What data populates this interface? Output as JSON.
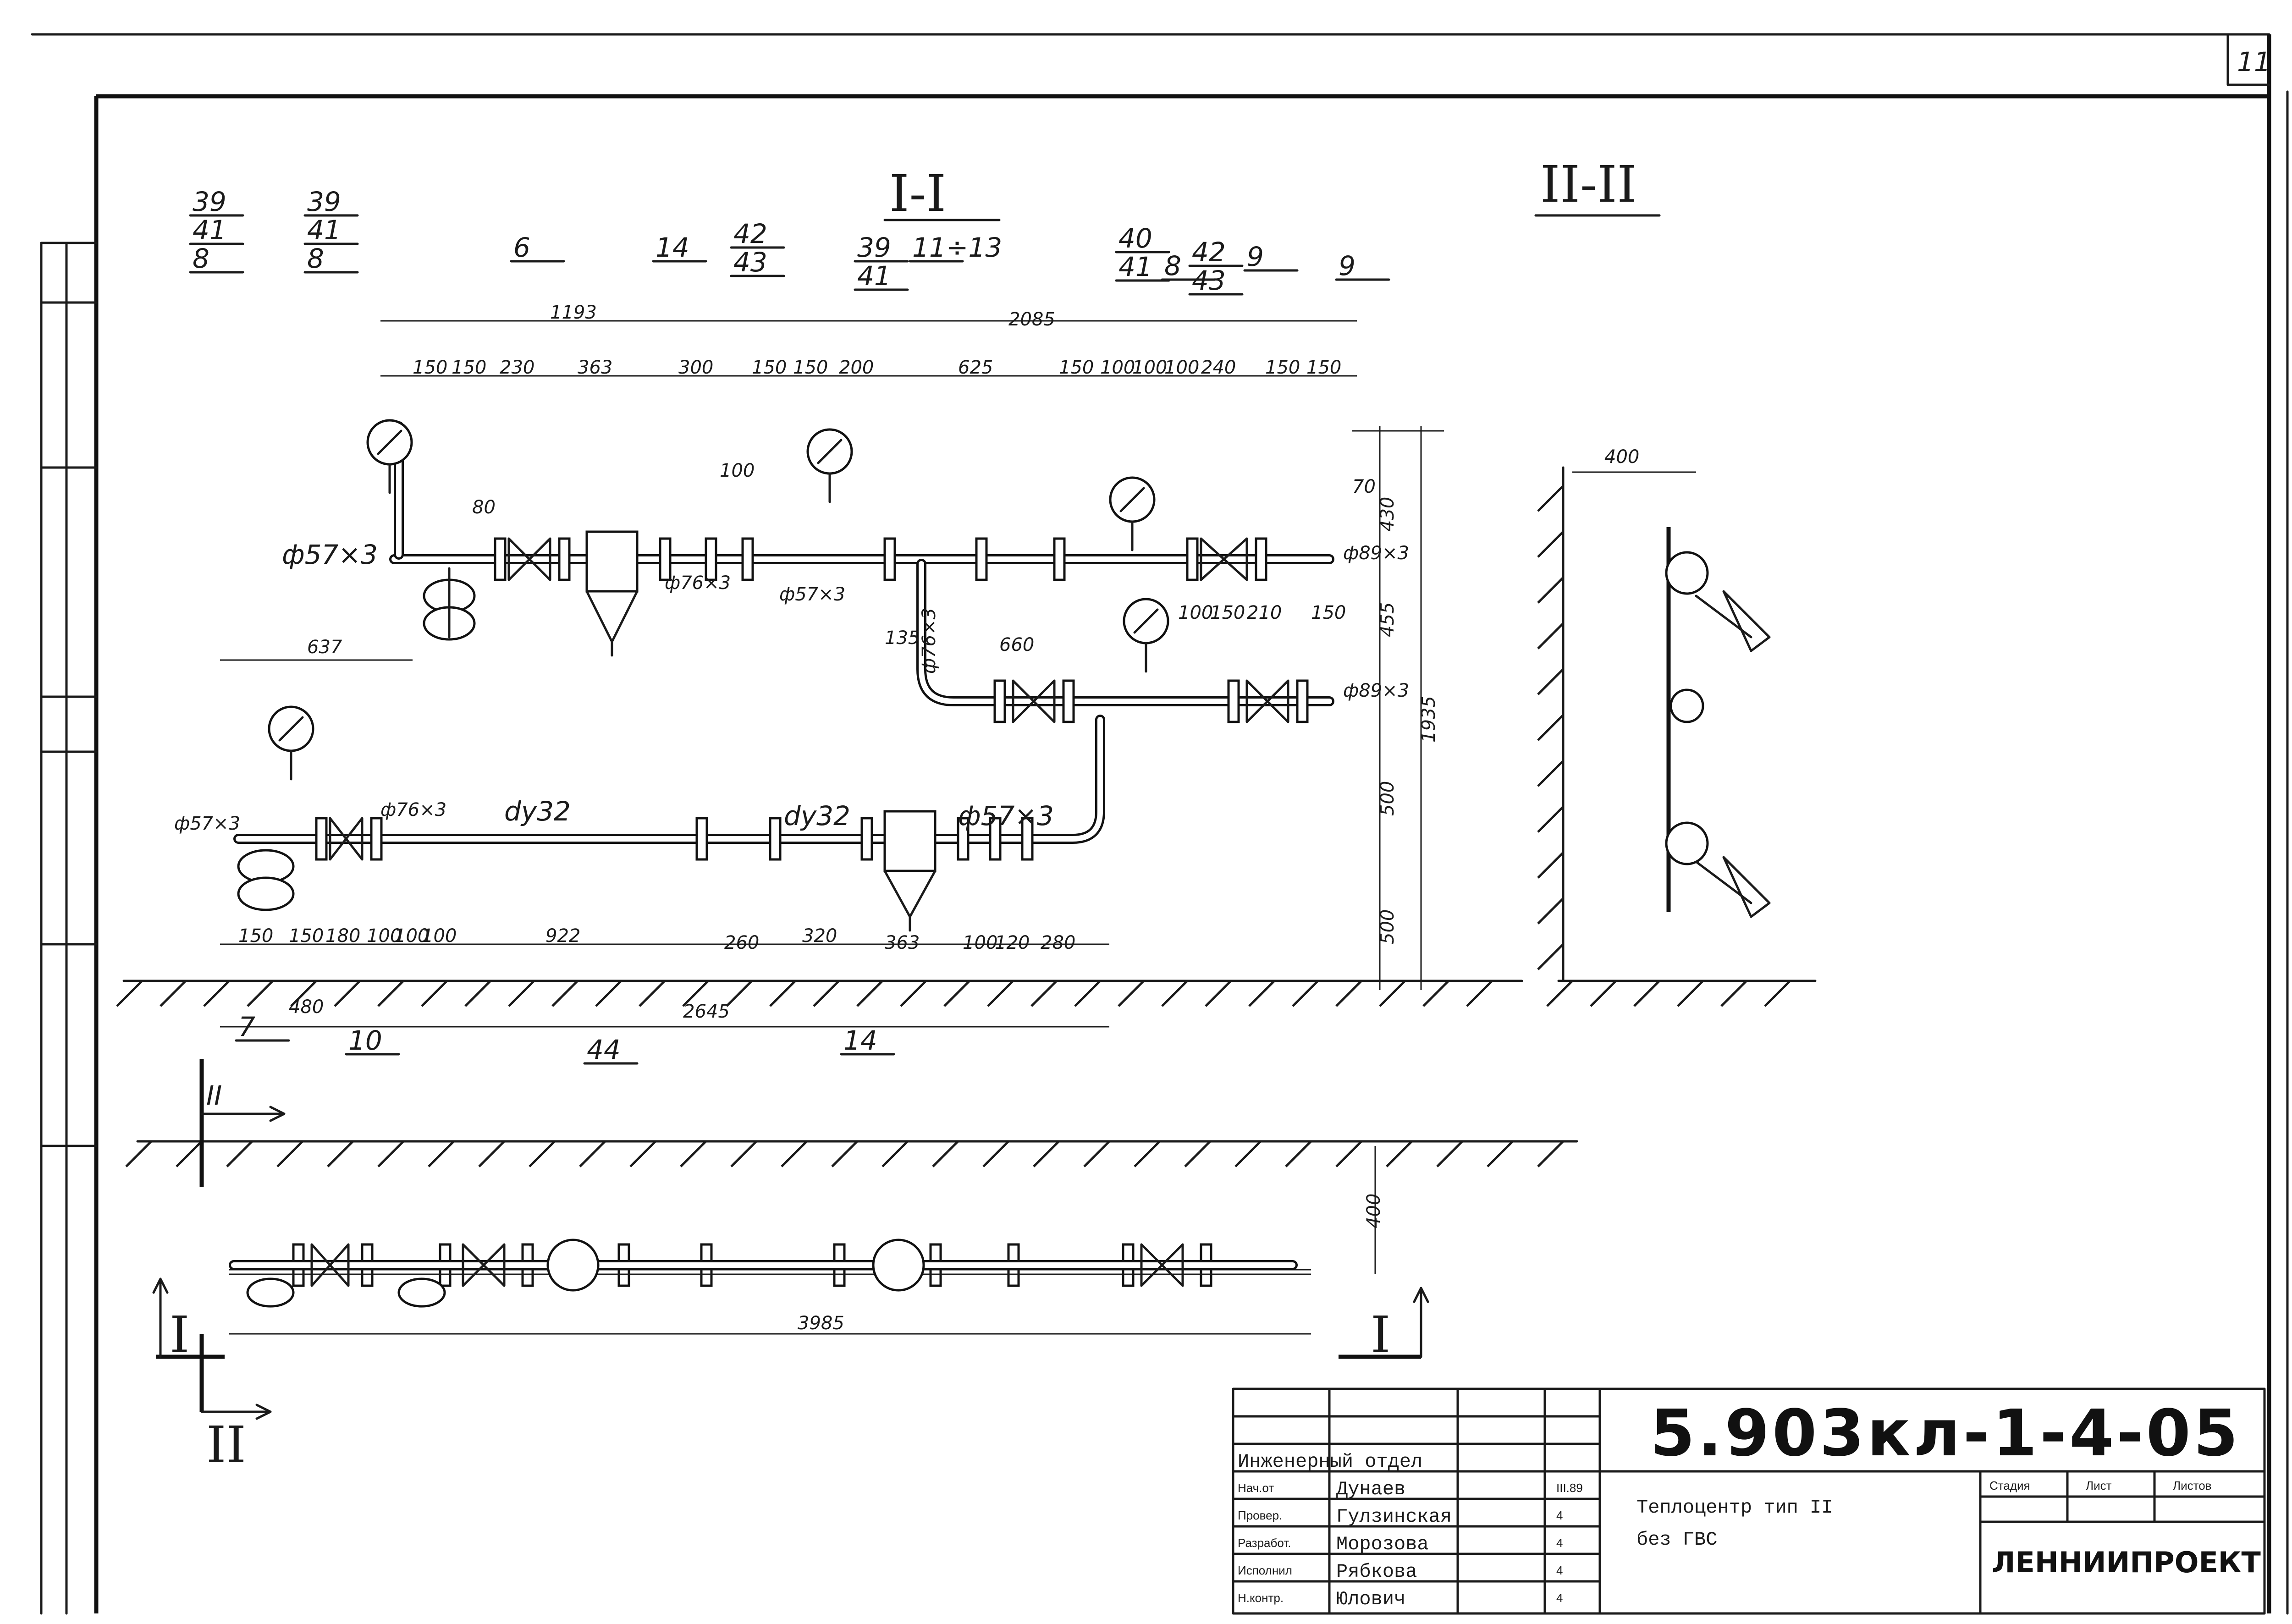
{
  "sheet_number": "11",
  "sections": {
    "section_1": "I-I",
    "section_2": "II-II"
  },
  "cut_marks": {
    "I_left": "I",
    "I_right": "I",
    "II_top": "II",
    "II_bottom": "II"
  },
  "upper_line": {
    "pipe_label_left": "ф57×3",
    "pipe_label_mid": "ф76×3",
    "pipe_label_mid2": "ф57×3",
    "pipe_label_right": "ф89×3",
    "total_dims": [
      "1193",
      "2085"
    ],
    "dims": [
      "150",
      "150",
      "230",
      "363",
      "300",
      "150",
      "150",
      "200",
      "625",
      "150",
      "100",
      "100",
      "100",
      "240",
      "150",
      "150"
    ],
    "small_dims": [
      "80",
      "100",
      "637",
      "70",
      "430",
      "455",
      "1935"
    ]
  },
  "middle_line": {
    "pipe_label": "ф76×3",
    "pipe_label_right": "ф89×3",
    "dims": [
      "135",
      "660",
      "100",
      "150",
      "210",
      "150"
    ]
  },
  "lower_line": {
    "pipe_label_left": "ф57×3",
    "pipe_label_2": "ф76×3",
    "pipe_label_3": "dу32",
    "pipe_label_4": "dу32",
    "pipe_label_5": "ф57×3",
    "dims": [
      "150",
      "150",
      "180",
      "100",
      "100",
      "100",
      "922",
      "260",
      "320",
      "363",
      "100",
      "120",
      "280"
    ],
    "total_dims": [
      "480",
      "2645"
    ],
    "vertical_dims": [
      "500",
      "500"
    ]
  },
  "callouts": [
    {
      "id": "c1",
      "lines": [
        "39",
        "41",
        "8"
      ]
    },
    {
      "id": "c2",
      "lines": [
        "39",
        "41",
        "8"
      ]
    },
    {
      "id": "c3",
      "lines": [
        "6"
      ]
    },
    {
      "id": "c4",
      "lines": [
        "14"
      ]
    },
    {
      "id": "c5",
      "lines": [
        "42",
        "43"
      ]
    },
    {
      "id": "c6",
      "lines": [
        "39",
        "41"
      ]
    },
    {
      "id": "c7",
      "lines": [
        "11÷13"
      ]
    },
    {
      "id": "c8",
      "lines": [
        "40",
        "41"
      ]
    },
    {
      "id": "c9",
      "lines": [
        "8"
      ]
    },
    {
      "id": "c10",
      "lines": [
        "42",
        "43"
      ]
    },
    {
      "id": "c11",
      "lines": [
        "9"
      ]
    },
    {
      "id": "c12",
      "lines": [
        "9"
      ]
    },
    {
      "id": "c13",
      "lines": [
        "7"
      ]
    },
    {
      "id": "c14",
      "lines": [
        "10"
      ]
    },
    {
      "id": "c15",
      "lines": [
        "44"
      ]
    },
    {
      "id": "c16",
      "lines": [
        "14"
      ]
    }
  ],
  "section2": {
    "dim": "400"
  },
  "plan_view": {
    "dim_total": "3985",
    "dim_offset": "400"
  },
  "title_block": {
    "code": "5.903кл-1-4-05",
    "description_line1": "Теплоцентр тип II",
    "description_line2": "без ГВС",
    "department": "Инженерный отдел",
    "rows": [
      {
        "role": "Нач.от",
        "name": "Дунаев",
        "mark": "III.89"
      },
      {
        "role": "Провер.",
        "name": "Гулзинская",
        "mark": "4"
      },
      {
        "role": "Разработ.",
        "name": "Морозова",
        "mark": "4"
      },
      {
        "role": "Исполнил",
        "name": "Рябкова",
        "mark": "4"
      },
      {
        "role": "Н.контр.",
        "name": "Юлович",
        "mark": "4"
      }
    ],
    "stage_headers": [
      "Стадия",
      "Лист",
      "Листов"
    ],
    "organization": "ЛЕННИИПРОЕКТ"
  }
}
